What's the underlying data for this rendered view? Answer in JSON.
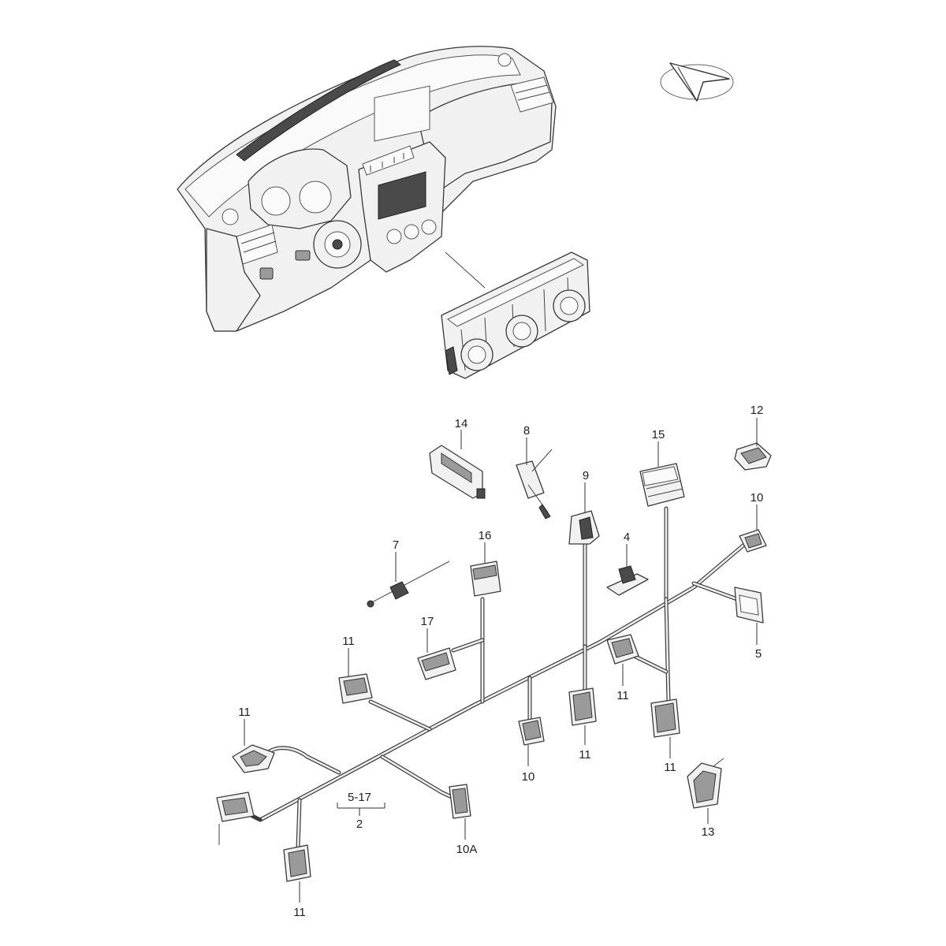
{
  "diagram": {
    "labels": {
      "p2": "2",
      "p4": "4",
      "p5": "5",
      "p5_17": "5-17",
      "p7": "7",
      "p8": "8",
      "p9": "9",
      "p10_right": "10",
      "p10_bottom": "10",
      "p10a": "10A",
      "p11_topleft": "11",
      "p11_left": "11",
      "p11_bottom_left": "11",
      "p11_mid": "11",
      "p11_center": "11",
      "p11_right": "11",
      "p12": "12",
      "p13": "13",
      "p14": "14",
      "p15": "15",
      "p16": "16",
      "p17": "17"
    },
    "icons": [
      "dashboard-illustration",
      "climate-control-panel",
      "orientation-arrow-icon",
      "wiring-harness"
    ]
  }
}
